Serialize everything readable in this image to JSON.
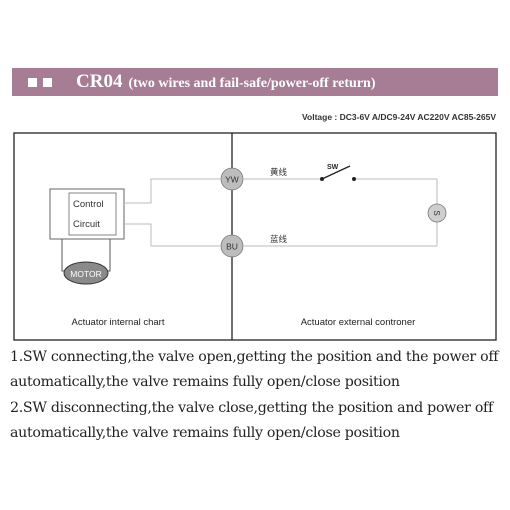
{
  "header": {
    "model": "CR04",
    "subtitle": "(two wires and fail-safe/power-off return)",
    "bg_color": "#a77c95"
  },
  "voltage_line": "Voltage : DC3-6V A/DC9-24V AC220V AC85-265V",
  "diagram": {
    "control_label_1": "Control",
    "control_label_2": "Circuit",
    "motor_label": "MOTOR",
    "terminal_yw": "YW",
    "terminal_bu": "BU",
    "wire_yellow_label": "黄线",
    "wire_blue_label": "蓝线",
    "switch_label": "SW",
    "source_label": "S",
    "internal_caption": "Actuator internal chart",
    "external_caption": "Actuator external controner"
  },
  "notes": {
    "line1": "1.SW connecting,the valve open,getting the position and the power off",
    "line2": "automatically,the valve remains fully open/close position",
    "line3": "2.SW disconnecting,the valve close,getting the position and power off",
    "line4": "automatically,the valve remains fully open/close position"
  }
}
